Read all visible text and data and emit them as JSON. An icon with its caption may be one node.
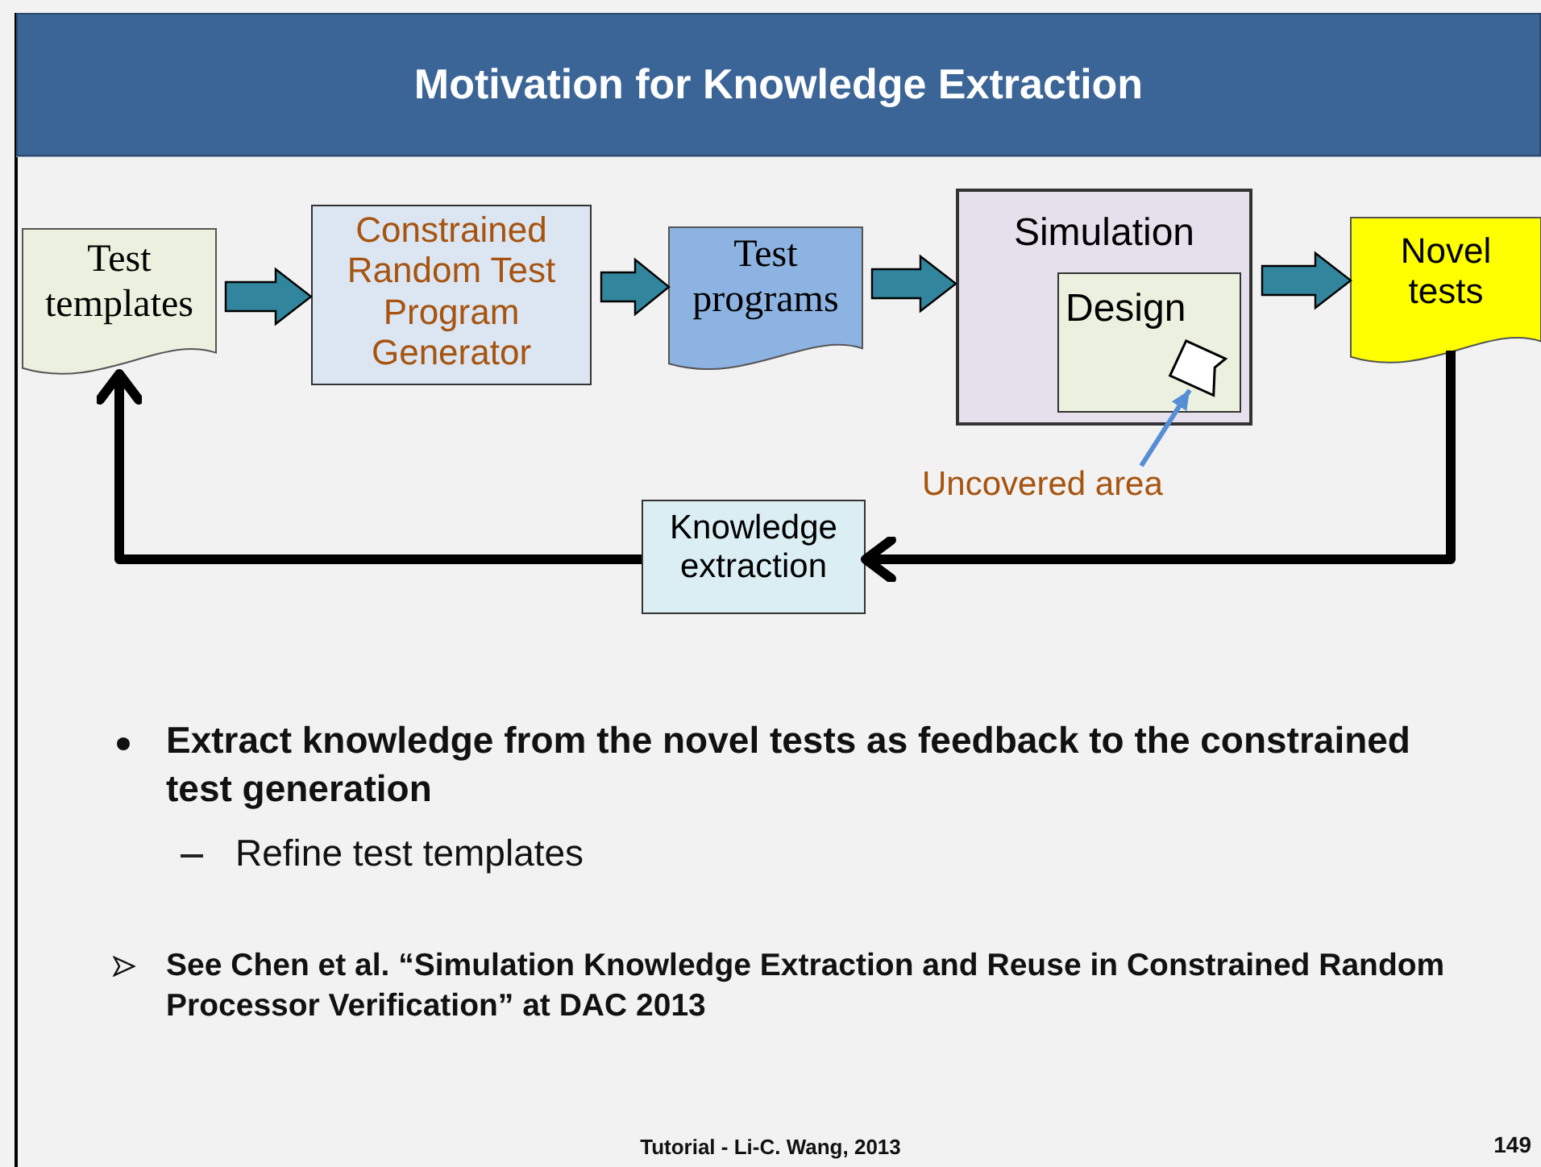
{
  "diagram": {
    "title": "Motivation for Knowledge Extraction",
    "nodes": [
      {
        "text": [
          "Test templates"
        ]
      },
      {
        "text": [
          "Constrained Random Test Program Generator"
        ]
      },
      {
        "text": [
          "Test programs"
        ]
      },
      {
        "text": [
          "Simulation"
        ]
      },
      {
        "text": [
          "Design"
        ],
        "in": 3
      },
      {
        "text": [],
        "shape": "polygon",
        "in": 4
      },
      {
        "text": [
          "Novel tests"
        ]
      },
      {
        "text": [
          "Knowledge extraction"
        ]
      },
      {
        "text": [
          "Uncovered area"
        ]
      }
    ],
    "edges": [
      {
        "from": 0,
        "to": 1,
        "arrow": "to"
      },
      {
        "from": 1,
        "to": 2,
        "arrow": "to"
      },
      {
        "from": 2,
        "to": 3,
        "arrow": "to"
      },
      {
        "from": 3,
        "to": 6,
        "arrow": "to"
      },
      {
        "from": 6,
        "to": 7,
        "arrow": "to",
        "color": "#000000"
      },
      {
        "from": 7,
        "to": 0,
        "arrow": "to",
        "color": "#000000"
      },
      {
        "from": 8,
        "to": 5,
        "arrow": "to",
        "color": "#558ed5"
      }
    ],
    "labels": [
      "Extract knowledge from the novel tests as feedback to the constrained test generation",
      "Refine test templates",
      "See Chen et al. “Simulation Knowledge Extraction and Reuse in Constrained Random Processor Verification” at DAC 2013",
      "Tutorial - Li-C. Wang, 2013",
      "149"
    ]
  }
}
